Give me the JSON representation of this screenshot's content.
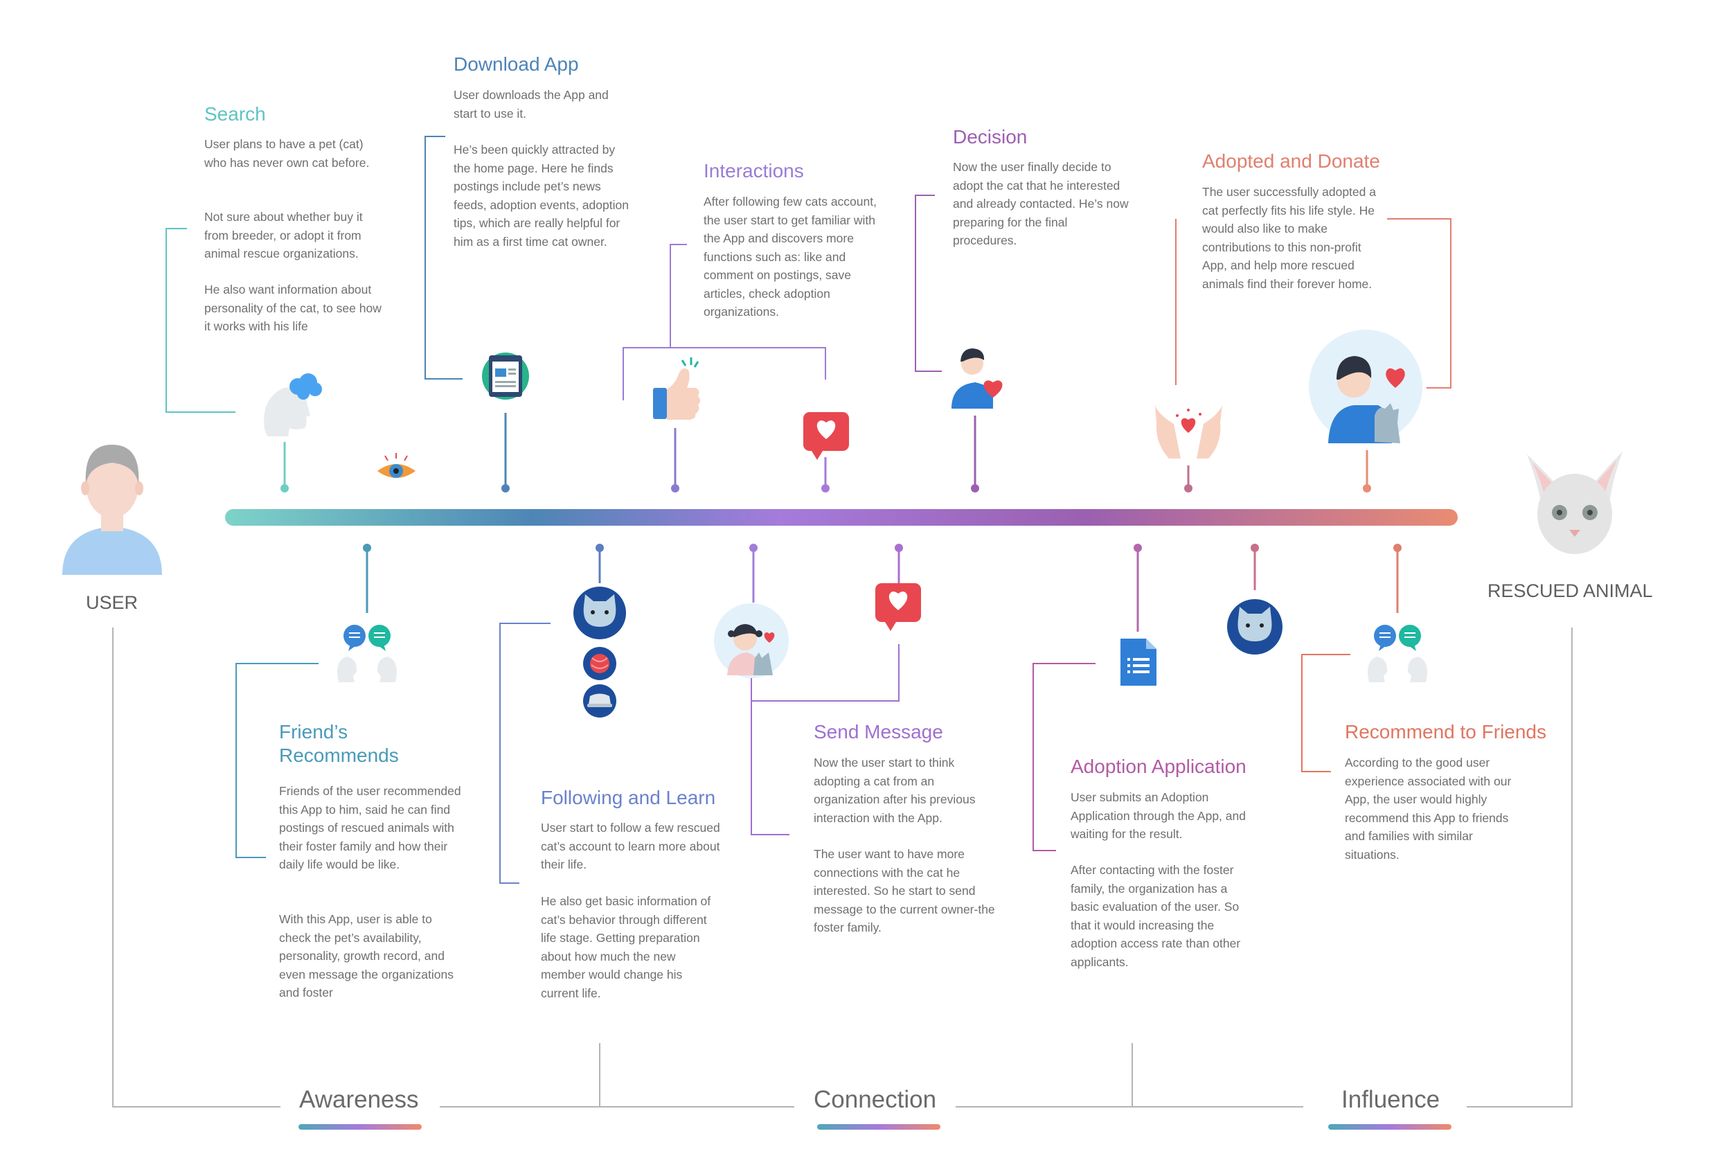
{
  "actors": {
    "user_label": "USER",
    "animal_label": "RESCUED ANIMAL"
  },
  "stages": [
    "Awareness",
    "Connection",
    "Influence"
  ],
  "colors": {
    "search": "#5fc3c5",
    "download": "#4d84b6",
    "interactions": "#9a7cd5",
    "decision": "#9e5fb1",
    "adopted": "#e07f6f",
    "friends": "#4a9ab8",
    "following": "#6a82cc",
    "send": "#a06fcf",
    "application": "#b25aa5",
    "recommend": "#e07560",
    "timeline_gradient": [
      "#7ed3c8",
      "#4d86b5",
      "#a57bdb",
      "#9b60b0",
      "#e98c72"
    ]
  },
  "steps": [
    {
      "id": "search",
      "title": "Search",
      "paragraphs": [
        "User plans to have a pet (cat) who has never own cat before.",
        "Not sure about whether buy it from breeder, or adopt it from animal rescue organizations.",
        "He also want information about personality of the cat, to see how it works with his life"
      ],
      "icons": [
        "head-thought-icon",
        "eye-icon"
      ]
    },
    {
      "id": "download",
      "title": "Download App",
      "paragraphs": [
        "User downloads the App and start to use it.",
        "He’s been quickly attracted by the home page. Here he finds postings include pet’s news feeds, adoption events, adoption tips, which are really helpful for him as a first time cat owner."
      ],
      "icons": [
        "newsfeed-app-icon"
      ]
    },
    {
      "id": "interactions",
      "title": "Interactions",
      "paragraphs": [
        "After following few cats account, the user start to get familiar with the App and discovers more functions such as: like and comment on postings, save articles, check adoption organizations."
      ],
      "icons": [
        "thumbs-up-icon",
        "heart-message-icon"
      ]
    },
    {
      "id": "decision",
      "title": "Decision",
      "paragraphs": [
        "Now the user finally decide to adopt the cat that he interested and already contacted. He’s now preparing for the final procedures."
      ],
      "icons": [
        "person-heart-icon"
      ]
    },
    {
      "id": "adopted",
      "title": "Adopted and Donate",
      "paragraphs": [
        "The user successfully adopted a cat perfectly fits his life style. He would also like to make contributions to this non-profit App, and help more rescued animals find their forever home."
      ],
      "icons": [
        "hands-heart-icon",
        "user-with-cat-icon"
      ]
    },
    {
      "id": "friends",
      "title": "Friend’s\nRecommends",
      "paragraphs": [
        "Friends of the user recommended this App to him, said he can find postings of rescued animals with their foster family and how their daily life would be like.",
        "With this App, user is able to check the pet’s availability, personality, growth record, and even message the organizations and foster"
      ],
      "icons": [
        "people-chat-icon"
      ]
    },
    {
      "id": "following",
      "title": "Following and Learn",
      "paragraphs": [
        "User start to follow a few rescued cat’s account to learn more about their life.",
        "He also get basic information of cat’s behavior through different life stage. Getting preparation about how much the new member would change his current life."
      ],
      "icons": [
        "cat-account-icon",
        "yarn-ball-icon",
        "litter-box-icon"
      ]
    },
    {
      "id": "send",
      "title": "Send Message",
      "paragraphs": [
        "Now the user start to think adopting a cat from an organization after his previous interaction with the App.",
        "The user want to have more connections with the cat he interested. So he start to send message to the current owner-the foster family."
      ],
      "icons": [
        "foster-girl-cat-icon",
        "heart-message-icon"
      ]
    },
    {
      "id": "application",
      "title": "Adoption Application",
      "paragraphs": [
        "User submits an Adoption Application through the App, and waiting for the result.",
        "After contacting with the foster family, the organization has a basic evaluation of the user. So that it would increasing the adoption access rate than other applicants."
      ],
      "icons": [
        "document-icon",
        "cat-account-icon"
      ]
    },
    {
      "id": "recommend",
      "title": "Recommend to Friends",
      "paragraphs": [
        "According to the good user experience associated with our App, the user would highly recommend this App to friends and families with similar situations."
      ],
      "icons": [
        "people-chat-icon"
      ]
    }
  ]
}
